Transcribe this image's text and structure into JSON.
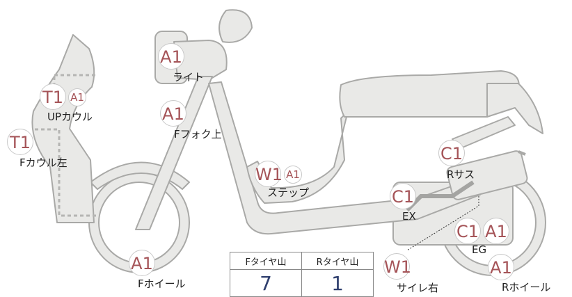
{
  "parts": [
    {
      "id": "light",
      "label": "ライト",
      "codes": [
        "A1"
      ]
    },
    {
      "id": "up-cowl",
      "label": "UPカウル",
      "codes": [
        "T1",
        "A1"
      ]
    },
    {
      "id": "front-fork",
      "label": "Fフォク上",
      "codes": [
        "A1"
      ]
    },
    {
      "id": "front-cowl-left",
      "label": "Fカウル左",
      "codes": [
        "T1"
      ]
    },
    {
      "id": "step",
      "label": "ステップ",
      "codes": [
        "W1",
        "A1"
      ]
    },
    {
      "id": "rear-suspension",
      "label": "Rサス",
      "codes": [
        "C1"
      ]
    },
    {
      "id": "exhaust",
      "label": "EX",
      "codes": [
        "C1"
      ]
    },
    {
      "id": "engine",
      "label": "EG",
      "codes": [
        "C1",
        "A1"
      ]
    },
    {
      "id": "front-wheel",
      "label": "Fホイール",
      "codes": [
        "A1"
      ]
    },
    {
      "id": "muffler-right",
      "label": "サイレ右",
      "codes": [
        "W1"
      ]
    },
    {
      "id": "rear-wheel",
      "label": "Rホイール",
      "codes": [
        "A1"
      ]
    }
  ],
  "tire_table": {
    "headers": [
      "Fタイヤ山",
      "Rタイヤ山"
    ],
    "values": [
      "7",
      "1"
    ]
  },
  "colors": {
    "body_fill": "#e9e9e7",
    "body_stroke": "#a9a9a7",
    "code_text": "#a55458",
    "table_value": "#2f3f6e"
  }
}
